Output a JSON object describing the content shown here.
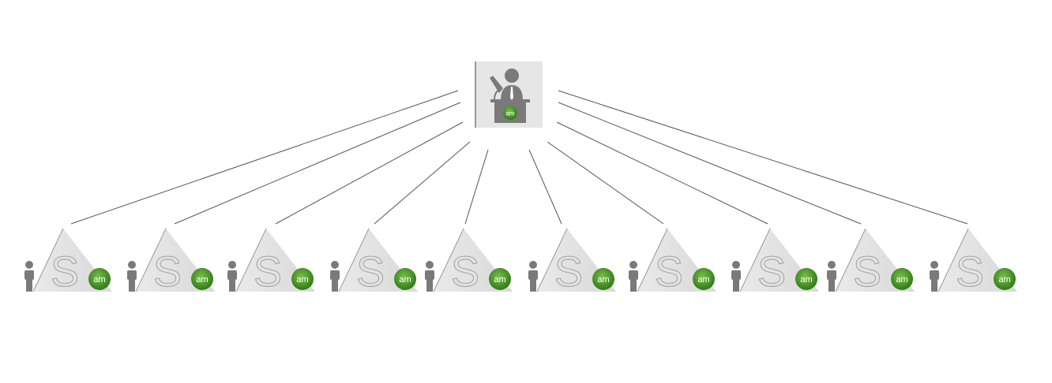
{
  "hub": {
    "badge_label": "am"
  },
  "nodes": [
    {
      "letter": "S",
      "badge_label": "am"
    },
    {
      "letter": "S",
      "badge_label": "am"
    },
    {
      "letter": "S",
      "badge_label": "am"
    },
    {
      "letter": "S",
      "badge_label": "am"
    },
    {
      "letter": "S",
      "badge_label": "am"
    },
    {
      "letter": "S",
      "badge_label": "am"
    },
    {
      "letter": "S",
      "badge_label": "am"
    },
    {
      "letter": "S",
      "badge_label": "am"
    },
    {
      "letter": "S",
      "badge_label": "am"
    },
    {
      "letter": "S",
      "badge_label": "am"
    }
  ],
  "colors": {
    "badge": "#4a9a2a",
    "icon_gray": "#7a7a7a",
    "line": "#555555"
  }
}
